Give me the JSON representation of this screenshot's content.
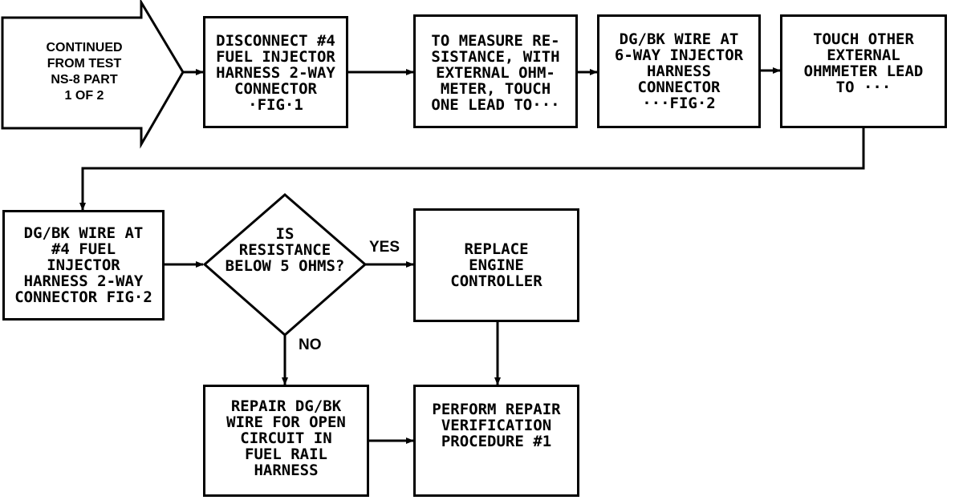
{
  "diagram": {
    "start": {
      "text": "CONTINUED\nFROM TEST\nNS-8 PART\n1 OF 2"
    },
    "step1": {
      "text": "DISCONNECT #4\nFUEL INJECTOR\nHARNESS 2-WAY\nCONNECTOR\n·FIG·1"
    },
    "step2": {
      "text": "TO MEASURE RE-\nSISTANCE, WITH\nEXTERNAL OHM-\nMETER, TOUCH\nONE LEAD TO···"
    },
    "step3": {
      "text": "DG/BK WIRE AT\n6-WAY INJECTOR\nHARNESS\nCONNECTOR\n···FIG·2"
    },
    "step4": {
      "text": "TOUCH OTHER\nEXTERNAL\nOHMMETER LEAD\nTO ···"
    },
    "step5": {
      "text": "DG/BK WIRE AT\n#4 FUEL\nINJECTOR\nHARNESS 2-WAY\nCONNECTOR FIG·2"
    },
    "decision": {
      "text": "IS\nRESISTANCE\nBELOW 5 OHMS?"
    },
    "yes_label": "YES",
    "no_label": "NO",
    "replace": {
      "text": "REPLACE\nENGINE\nCONTROLLER"
    },
    "repair": {
      "text": "REPAIR DG/BK\nWIRE FOR OPEN\nCIRCUIT IN\nFUEL RAIL\nHARNESS"
    },
    "verify": {
      "text": "PERFORM REPAIR\nVERIFICATION\nPROCEDURE #1"
    }
  }
}
